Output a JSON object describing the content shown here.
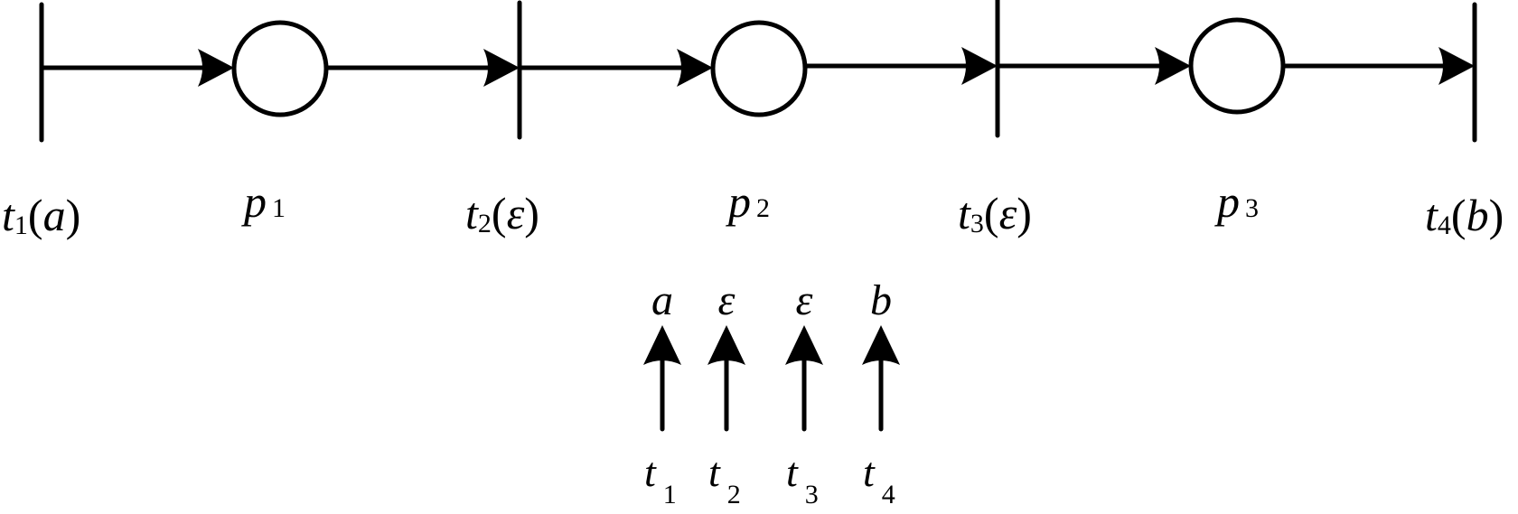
{
  "diagram": {
    "type": "petri-net-labeled",
    "colors": {
      "stroke": "#000000",
      "fill": "#000000",
      "background": "#ffffff"
    },
    "transitions": [
      {
        "id": "t1",
        "base": "t",
        "sub": "1",
        "label": "a"
      },
      {
        "id": "t2",
        "base": "t",
        "sub": "2",
        "label": "ε"
      },
      {
        "id": "t3",
        "base": "t",
        "sub": "3",
        "label": "ε"
      },
      {
        "id": "t4",
        "base": "t",
        "sub": "4",
        "label": "b"
      }
    ],
    "places": [
      {
        "id": "p1",
        "base": "p",
        "sub": "1"
      },
      {
        "id": "p2",
        "base": "p",
        "sub": "2"
      },
      {
        "id": "p3",
        "base": "p",
        "sub": "3"
      }
    ],
    "arcs": [
      {
        "from": "t1",
        "to": "p1"
      },
      {
        "from": "p1",
        "to": "t2"
      },
      {
        "from": "t2",
        "to": "p2"
      },
      {
        "from": "p2",
        "to": "t3"
      },
      {
        "from": "t3",
        "to": "p3"
      },
      {
        "from": "p3",
        "to": "t4"
      }
    ],
    "labeling_map": [
      {
        "transition_base": "t",
        "transition_sub": "1",
        "label": "a"
      },
      {
        "transition_base": "t",
        "transition_sub": "2",
        "label": "ε"
      },
      {
        "transition_base": "t",
        "transition_sub": "3",
        "label": "ε"
      },
      {
        "transition_base": "t",
        "transition_sub": "4",
        "label": "b"
      }
    ]
  }
}
